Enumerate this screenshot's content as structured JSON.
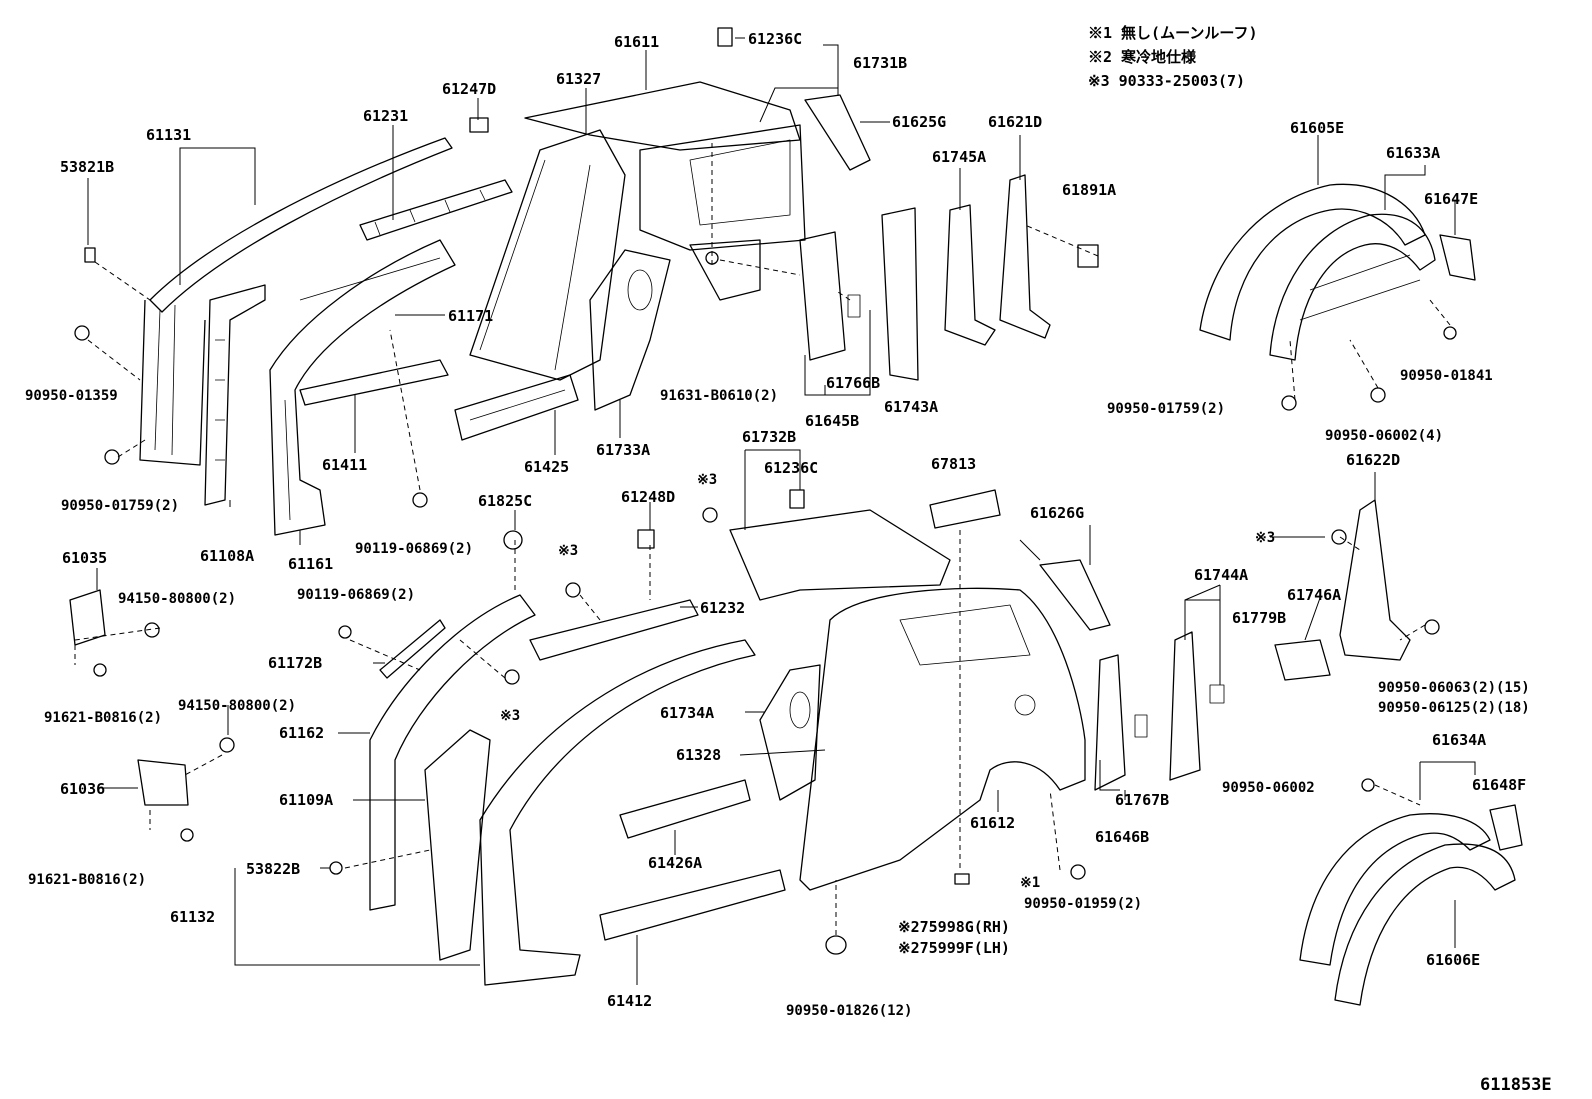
{
  "notes": [
    "※1 無し(ムーンルーフ)",
    "※2 寒冷地仕様",
    "※3 90333-25003(7)"
  ],
  "figure_number": "611853E",
  "labels": {
    "l61611": "61611",
    "l61236C_top": "61236C",
    "l61731B": "61731B",
    "l61327": "61327",
    "l61247D": "61247D",
    "l61231": "61231",
    "l61625G": "61625G",
    "l61621D": "61621D",
    "l61745A": "61745A",
    "l61891A": "61891A",
    "l61131": "61131",
    "l53821B": "53821B",
    "l61171": "61171",
    "l61605E": "61605E",
    "l61633A": "61633A",
    "l61647E": "61647E",
    "l90950_01359": "90950-01359",
    "l91631": "91631-B0610(2)",
    "l61766B": "61766B",
    "l61743A": "61743A",
    "l61645B": "61645B",
    "l90950_01841": "90950-01841",
    "l90950_01759_r": "90950-01759(2)",
    "l61411": "61411",
    "l61425": "61425",
    "l61733A": "61733A",
    "l61732B": "61732B",
    "l90950_06002_4": "90950-06002(4)",
    "l61622D": "61622D",
    "l90950_01759_l": "90950-01759(2)",
    "l61236C_mid": "61236C",
    "l67813": "67813",
    "l61248D": "61248D",
    "l61825C": "61825C",
    "l61108A": "61108A",
    "l61161": "61161",
    "l90119_a": "90119-06869(2)",
    "l61626G": "61626G",
    "l61035": "61035",
    "l94150_a": "94150-80800(2)",
    "l90119_b": "90119-06869(2)",
    "l61232": "61232",
    "l61744A": "61744A",
    "l61746A": "61746A",
    "l61779B": "61779B",
    "l61172B": "61172B",
    "l91621_a": "91621-B0816(2)",
    "l94150_b": "94150-80800(2)",
    "l61734A": "61734A",
    "l90950_06063": "90950-06063(2)(15)",
    "l90950_06125": "90950-06125(2)(18)",
    "l61162": "61162",
    "l61634A": "61634A",
    "l61328": "61328",
    "l61036": "61036",
    "l90950_06002": "90950-06002",
    "l61648F": "61648F",
    "l61109A": "61109A",
    "l61767B": "61767B",
    "l61612": "61612",
    "l61646B": "61646B",
    "l61426A": "61426A",
    "l53822B": "53822B",
    "l91621_b": "91621-B0816(2)",
    "l90950_01959": "90950-01959(2)",
    "l61132": "61132",
    "l75998G": "※275998G(RH)",
    "l75999F": "※275999F(LH)",
    "l61606E": "61606E",
    "l61412": "61412",
    "l90950_01826": "90950-01826(12)",
    "m3_a": "※3",
    "m3_b": "※3",
    "m3_c": "※3",
    "m3_d": "※3",
    "m1": "※1"
  }
}
